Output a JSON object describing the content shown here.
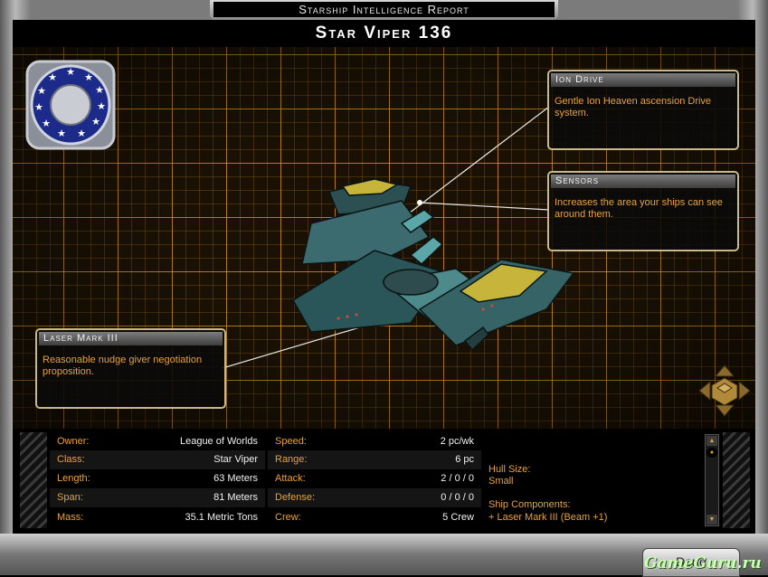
{
  "header": {
    "tab_title": "Starship Intelligence Report",
    "ship_name": "Star Viper 136"
  },
  "callouts": {
    "ion_drive": {
      "title": "Ion Drive",
      "text": "Gentle Ion Heaven ascension Drive system."
    },
    "sensors": {
      "title": "Sensors",
      "text": "Increases the area your ships can see around them."
    },
    "laser": {
      "title": "Laser Mark III",
      "text": "Reasonable nudge giver negotiation proposition."
    }
  },
  "stats_left": [
    {
      "label": "Owner:",
      "value": "League of Worlds"
    },
    {
      "label": "Class:",
      "value": "Star Viper"
    },
    {
      "label": "Length:",
      "value": "63 Meters"
    },
    {
      "label": "Span:",
      "value": "81 Meters"
    },
    {
      "label": "Mass:",
      "value": "35.1 Metric Tons"
    }
  ],
  "stats_right": [
    {
      "label": "Speed:",
      "value": "2 pc/wk"
    },
    {
      "label": "Range:",
      "value": "6 pc"
    },
    {
      "label": "Attack:",
      "value": "2 / 0 / 0"
    },
    {
      "label": "Defense:",
      "value": "0 / 0 / 0"
    },
    {
      "label": "Crew:",
      "value": "5 Crew"
    }
  ],
  "description": {
    "hull_label": "Hull Size:",
    "hull_value": "Small",
    "components_label": "Ship Components:",
    "component_1": "+ Laser Mark III (Beam +1)"
  },
  "footer": {
    "done_label": "Done",
    "watermark": "GameGuru.ru"
  },
  "icons": [
    "faction-emblem-icon",
    "ship-model",
    "camera-control-icon",
    "scroll-up-icon",
    "scroll-down-icon"
  ],
  "colors": {
    "accent": "#e5a23a",
    "grid": "#d2961e",
    "panel": "#000000"
  }
}
